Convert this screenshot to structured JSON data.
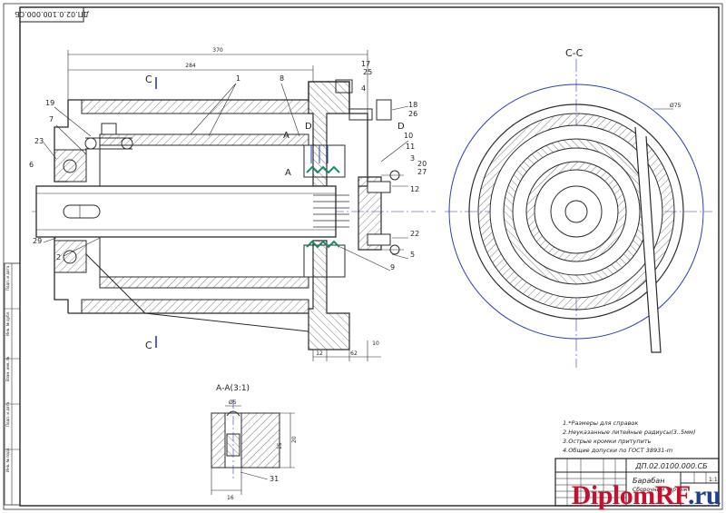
{
  "drawing": {
    "doc_code_top": "ДП.02.0.100.000.СБ",
    "title_block_code": "ДП.02.0100.000.СБ",
    "title_block_name": "Барабан",
    "title_block_sub": "Сборочный чертеж",
    "scale": "1:1"
  },
  "views": {
    "section_cc": "С-С",
    "section_aa": "А-А(3:1)"
  },
  "dimensions": {
    "overall_length": "370",
    "shaft_length": "284",
    "d1": "12",
    "d2": "62",
    "d3": "10",
    "dia_outer": "Ø75",
    "dia_a": "Ø5",
    "dim_a1": "15",
    "dim_a2": "20",
    "dim_a3": "16"
  },
  "section_marks": {
    "c": "С",
    "a": "A",
    "d": "D"
  },
  "callouts": [
    "1",
    "2",
    "3",
    "4",
    "5",
    "6",
    "7",
    "8",
    "9",
    "10",
    "11",
    "12",
    "17",
    "18",
    "19",
    "20",
    "22",
    "23",
    "25",
    "26",
    "27",
    "29",
    "31"
  ],
  "notes": [
    "1.*Размеры для справок",
    "2.Неуказанные литейные радиусы(3..5мм)",
    "3.Острые кромки притупить",
    "4.Общие допуски по ГОСТ 38931-m"
  ],
  "side_stamps": [
    "Инв. № подл.",
    "Подп. и дата",
    "Взам. инв. №",
    "Инв. № дубл.",
    "Подп. и дата"
  ],
  "watermark": {
    "name": "DiplomRF",
    "tld": ".ru"
  },
  "colors": {
    "line": "#2b2b2b",
    "hatch": "#333333",
    "axis": "#2a3fb0",
    "watermark_red": "#c8102e",
    "watermark_blue": "#1f3f8f"
  }
}
